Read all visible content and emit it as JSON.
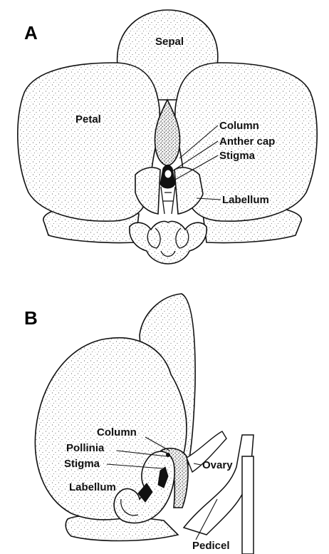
{
  "panels": {
    "a": {
      "letter": "A",
      "labels": {
        "sepal": "Sepal",
        "petal": "Petal",
        "column": "Column",
        "anther_cap": "Anther cap",
        "stigma": "Stigma",
        "labellum": "Labellum"
      }
    },
    "b": {
      "letter": "B",
      "labels": {
        "column": "Column",
        "pollinia": "Pollinia",
        "stigma": "Stigma",
        "ovary": "Ovary",
        "labellum": "Labellum",
        "pedicel": "Pedicel"
      }
    }
  },
  "colors": {
    "ink": "#111111",
    "paper": "#ffffff"
  }
}
